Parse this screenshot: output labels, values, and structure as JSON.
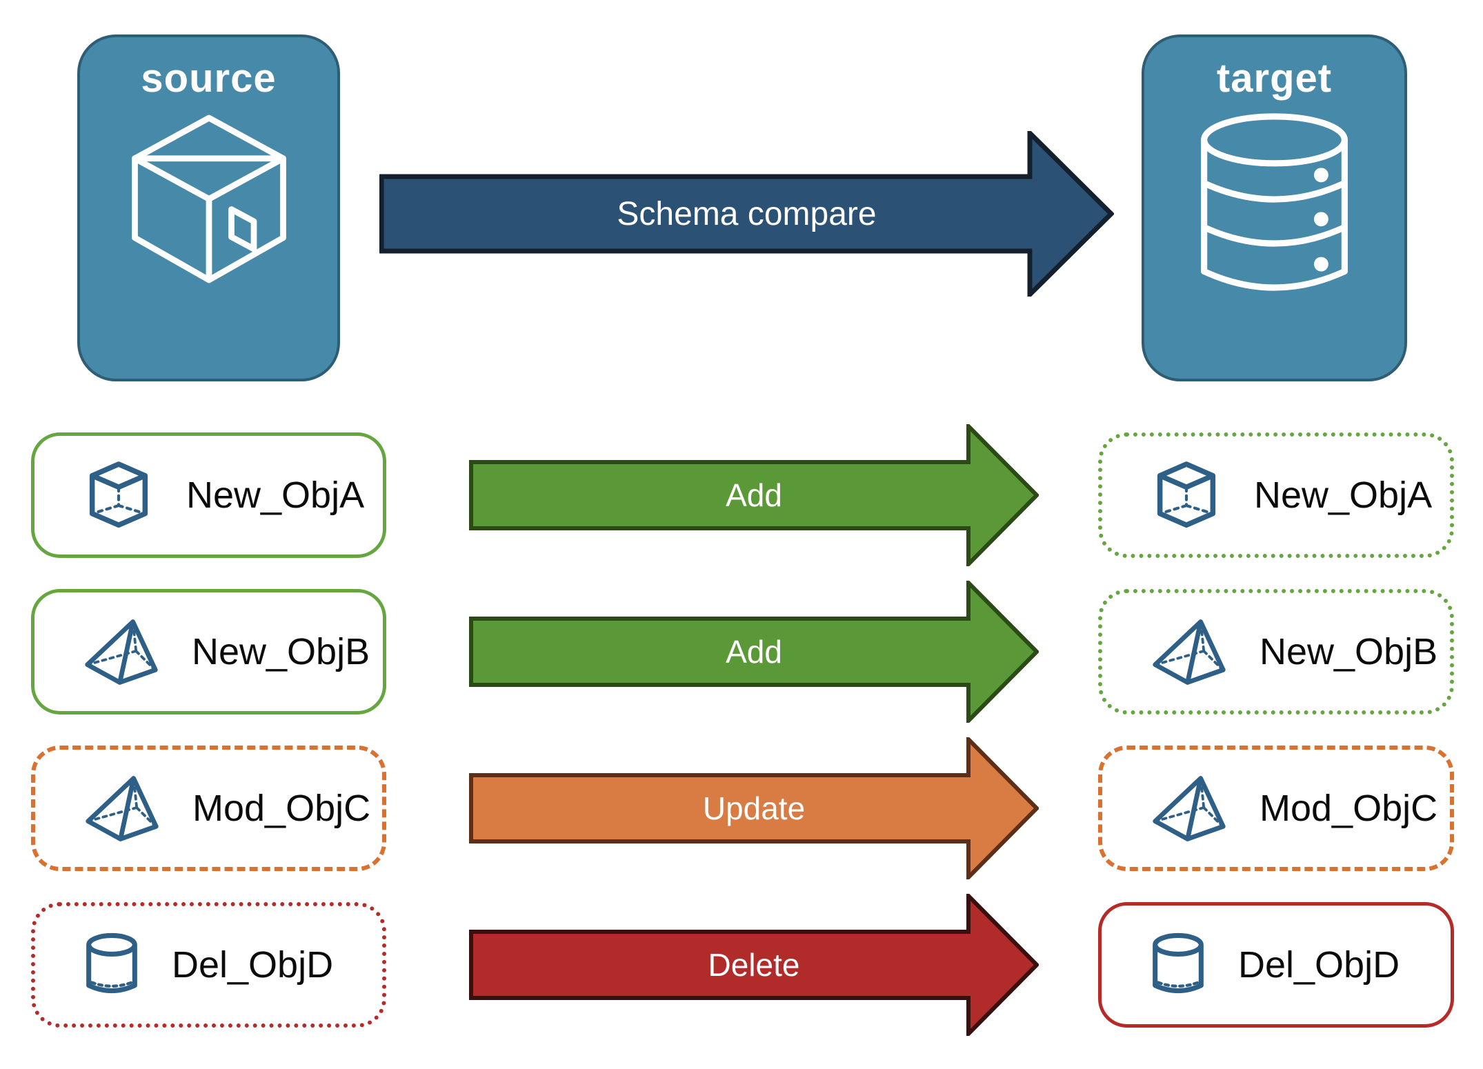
{
  "colors": {
    "panel-fill": "#4789A8",
    "panel-border": "#2E5E76",
    "navy-fill": "#2B5174",
    "navy-border": "#15202E",
    "green-fill": "#5B9938",
    "green-border": "#2B4A16",
    "orange-fill": "#D97C44",
    "orange-border": "#5E2F18",
    "red-fill": "#B02B2A",
    "red-border": "#381010",
    "green-outline": "#65A63F",
    "orange-outline": "#DA7130",
    "red-outline": "#B42B28",
    "icon-blue": "#2E5F86"
  },
  "source_panel": {
    "title": "source",
    "icon": "package-icon"
  },
  "target_panel": {
    "title": "target",
    "icon": "database-icon"
  },
  "compare_arrow": {
    "label": "Schema compare"
  },
  "rows": [
    {
      "source_object": "New_ObjA",
      "icon": "cube-icon",
      "action": "Add",
      "target_object": "New_ObjA",
      "source_border": "solid-green",
      "target_border": "dotted-green",
      "arrow_color": "green"
    },
    {
      "source_object": "New_ObjB",
      "icon": "pyramid-icon",
      "action": "Add",
      "target_object": "New_ObjB",
      "source_border": "solid-green",
      "target_border": "dotted-green",
      "arrow_color": "green"
    },
    {
      "source_object": "Mod_ObjC",
      "icon": "pyramid-icon",
      "action": "Update",
      "target_object": "Mod_ObjC",
      "source_border": "dashed-orange",
      "target_border": "dashed-orange",
      "arrow_color": "orange"
    },
    {
      "source_object": "Del_ObjD",
      "icon": "cylinder-icon",
      "action": "Delete",
      "target_object": "Del_ObjD",
      "source_border": "dotted-red",
      "target_border": "solid-red",
      "arrow_color": "red"
    }
  ]
}
